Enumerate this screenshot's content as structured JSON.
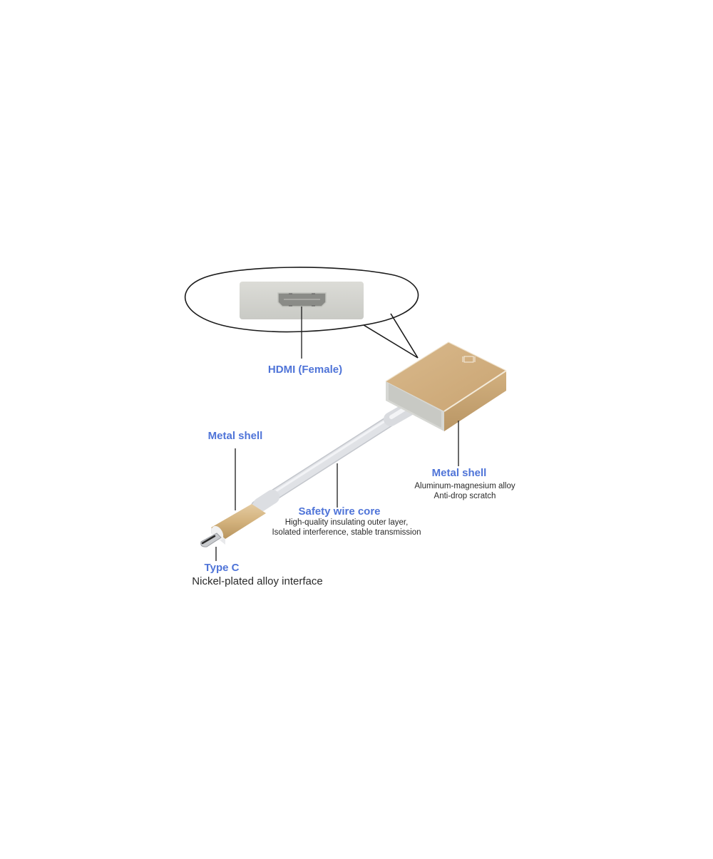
{
  "diagram": {
    "subject": "USB Type-C to HDMI adapter",
    "colors": {
      "label_title": "#4f74d8",
      "label_text": "#2a2a2a",
      "gold_shell": "#d6b483",
      "cable": "#e6e8ec",
      "panel": "#d3d4cf",
      "leader_line": "#1a1a1a"
    },
    "callouts": [
      {
        "id": "hdmi",
        "title": "HDMI (Female)",
        "lines": []
      },
      {
        "id": "adapter-shell",
        "title": "Metal shell",
        "lines": [
          "Aluminum-magnesium alloy",
          "Anti-drop scratch"
        ]
      },
      {
        "id": "plug-shell",
        "title": "Metal shell",
        "lines": []
      },
      {
        "id": "cable",
        "title": "Safety wire core",
        "lines": [
          "High-quality insulating outer layer,",
          "Isolated interference, stable transmission"
        ]
      },
      {
        "id": "type-c",
        "title": "Type C",
        "lines": [
          "Nickel-plated alloy interface"
        ]
      }
    ],
    "icons": {
      "port_glyph": "display-port-icon"
    }
  }
}
